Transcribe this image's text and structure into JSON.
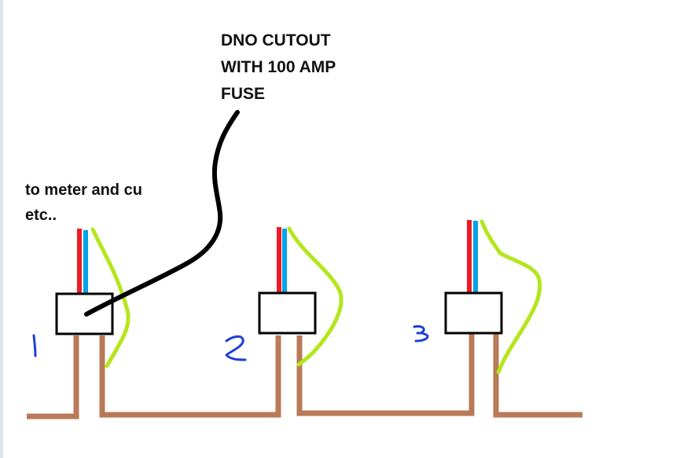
{
  "annotations": {
    "dno_cutout": [
      "DNO CUTOUT",
      "WITH 100 AMP",
      "FUSE"
    ],
    "meter_note": [
      "to meter and cu",
      "etc.."
    ]
  },
  "units": [
    {
      "number": "1"
    },
    {
      "number": "2"
    },
    {
      "number": "3"
    }
  ],
  "colors": {
    "brown": "#b97a57",
    "red": "#ed1c24",
    "blue": "#00a2e8",
    "green_yellow": "#b5e61d",
    "black": "#000000",
    "number_blue": "#1f3fd6"
  }
}
